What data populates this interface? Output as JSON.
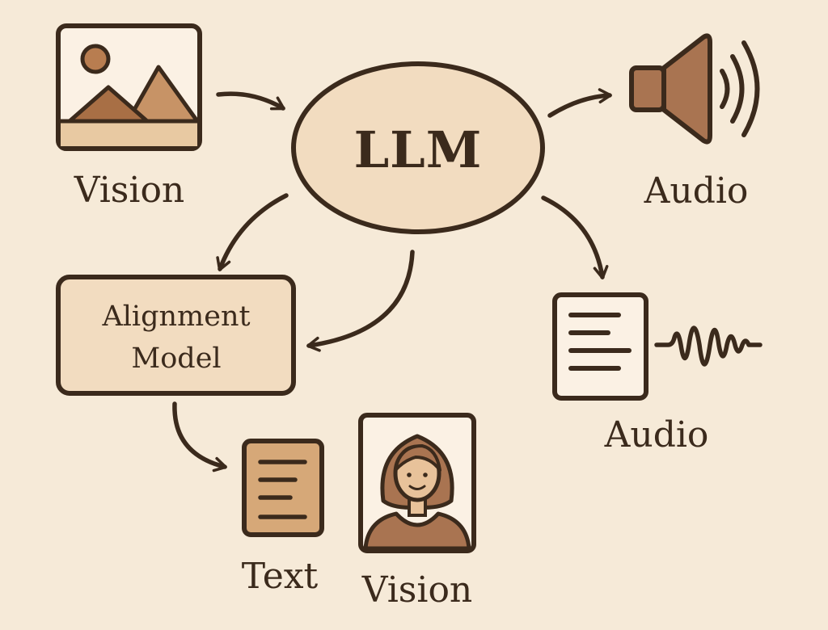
{
  "nodes": {
    "llm": {
      "label": "LLM"
    },
    "alignment": {
      "line1": "Alignment",
      "line2": "Model"
    }
  },
  "labels": {
    "vision_top": "Vision",
    "audio_top": "Audio",
    "audio_bottom": "Audio",
    "text": "Text",
    "vision_bottom": "Vision"
  },
  "icons": {
    "vision_top": "landscape-image-icon",
    "audio_top": "speaker-icon",
    "audio_bottom_doc": "document-icon",
    "audio_bottom_wave": "waveform-icon",
    "text": "document-icon",
    "vision_bottom": "portrait-icon"
  },
  "colors": {
    "background": "#f6ead8",
    "ink": "#3b2a1c",
    "node_fill": "#f2dcc0",
    "accent_brown": "#a97451",
    "light_tan": "#e8c9a2"
  }
}
